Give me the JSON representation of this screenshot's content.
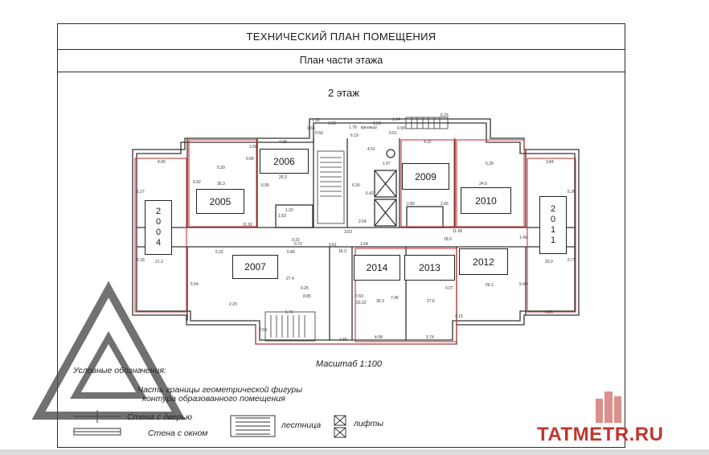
{
  "header": {
    "title": "ТЕХНИЧЕСКИЙ ПЛАН ПОМЕЩЕНИЯ",
    "subtitle": "План части этажа"
  },
  "floor_label": "2 этаж",
  "rooms": {
    "r2004": [
      "2",
      "0",
      "0",
      "4"
    ],
    "r2005": "2005",
    "r2006": "2006",
    "r2007": "2007",
    "r2009": "2009",
    "r2010": "2010",
    "r2011": [
      "2",
      "0",
      "1",
      "1"
    ],
    "r2012": "2012",
    "r2013": "2013",
    "r2014": "2014"
  },
  "labels": {
    "krylco": "крыльцо",
    "scale": "Масштаб 1:100"
  },
  "dims": [
    "6.25",
    "1.32",
    "1.62",
    "1.76",
    "1.53",
    "1.64",
    "0.65",
    "0.50",
    "6.19",
    "0.51",
    "0.99",
    "4.06",
    "4.29",
    "1.50",
    "4.01",
    "4.32",
    "3.84",
    "5.29",
    "0.06",
    "1.97",
    "5.28",
    "36.3",
    "25.3",
    "6.92",
    "6.95",
    "6.30",
    "6.42",
    "5.27",
    "5.36",
    "2.04",
    "2.66",
    "2.80",
    "1.20",
    "1.63",
    "11.92",
    "11.95",
    "1.45",
    "5.32",
    "5.86",
    "0.61",
    "1.54",
    "0.32",
    "0.72",
    "3.63",
    "5.18",
    "5.71",
    "5.54",
    "5.49",
    "2.20",
    "7.45",
    "7.60",
    "4.15",
    "5.76",
    "2.59",
    "4.08",
    "3.74",
    "1.65",
    "21.2",
    "20.0",
    "29.1",
    "27.6",
    "30.3",
    "20.22",
    "18.3",
    "18.0",
    "24.0",
    "27.4",
    "8.85",
    "0.25",
    "0.07",
    "3.89"
  ],
  "legend": {
    "title": "Условные обозначения:",
    "line1": "Часть границы геометрической фигуры",
    "line2": "контура образованного помещения",
    "door": "Стена с дверью",
    "window": "Стена с окном",
    "stairs": "лестница",
    "lifts": "лифты"
  },
  "watermark": {
    "text": "TATMETR.RU",
    "color": "#c0362f"
  }
}
